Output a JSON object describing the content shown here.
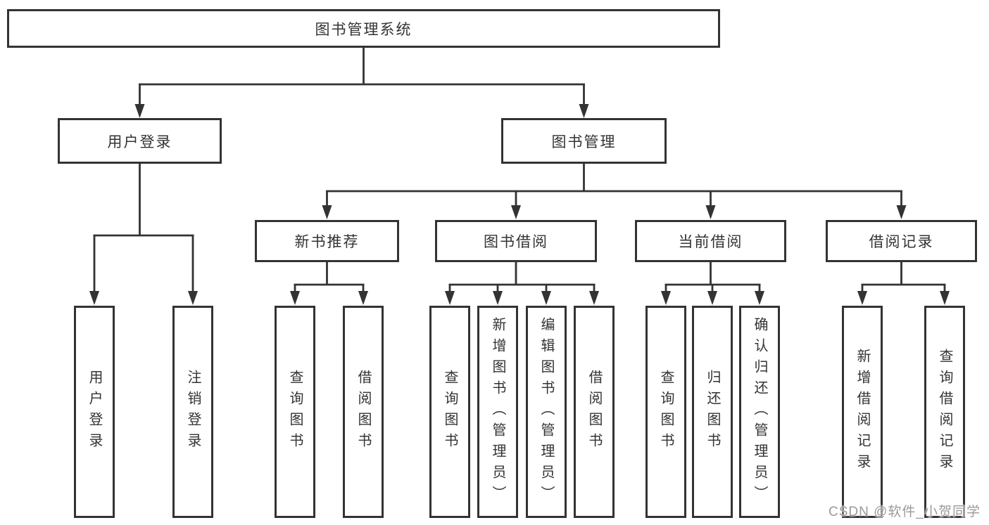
{
  "diagram": {
    "root": {
      "label": "图书管理系统"
    },
    "user_login": {
      "label": "用户登录",
      "children": [
        {
          "label": "用户登录"
        },
        {
          "label": "注销登录"
        }
      ]
    },
    "book_mgmt": {
      "label": "图书管理",
      "children": [
        {
          "label": "新书推荐",
          "children": [
            {
              "label": "查询图书"
            },
            {
              "label": "借阅图书"
            }
          ]
        },
        {
          "label": "图书借阅",
          "children": [
            {
              "label": "查询图书"
            },
            {
              "label": "新增图书（管理员）"
            },
            {
              "label": "编辑图书（管理员）"
            },
            {
              "label": "借阅图书"
            }
          ]
        },
        {
          "label": "当前借阅",
          "children": [
            {
              "label": "查询图书"
            },
            {
              "label": "归还图书"
            },
            {
              "label": "确认归还（管理员）"
            }
          ]
        },
        {
          "label": "借阅记录",
          "children": [
            {
              "label": "新增借阅记录"
            },
            {
              "label": "查询借阅记录"
            }
          ]
        }
      ]
    }
  },
  "watermark": {
    "text": "CSDN @软件_小贺同学",
    "color": "#9a9a9a"
  },
  "colors": {
    "line": "#333333",
    "box_border": "#333333",
    "box_fill": "#ffffff",
    "text": "#333333",
    "background": "#ffffff"
  }
}
